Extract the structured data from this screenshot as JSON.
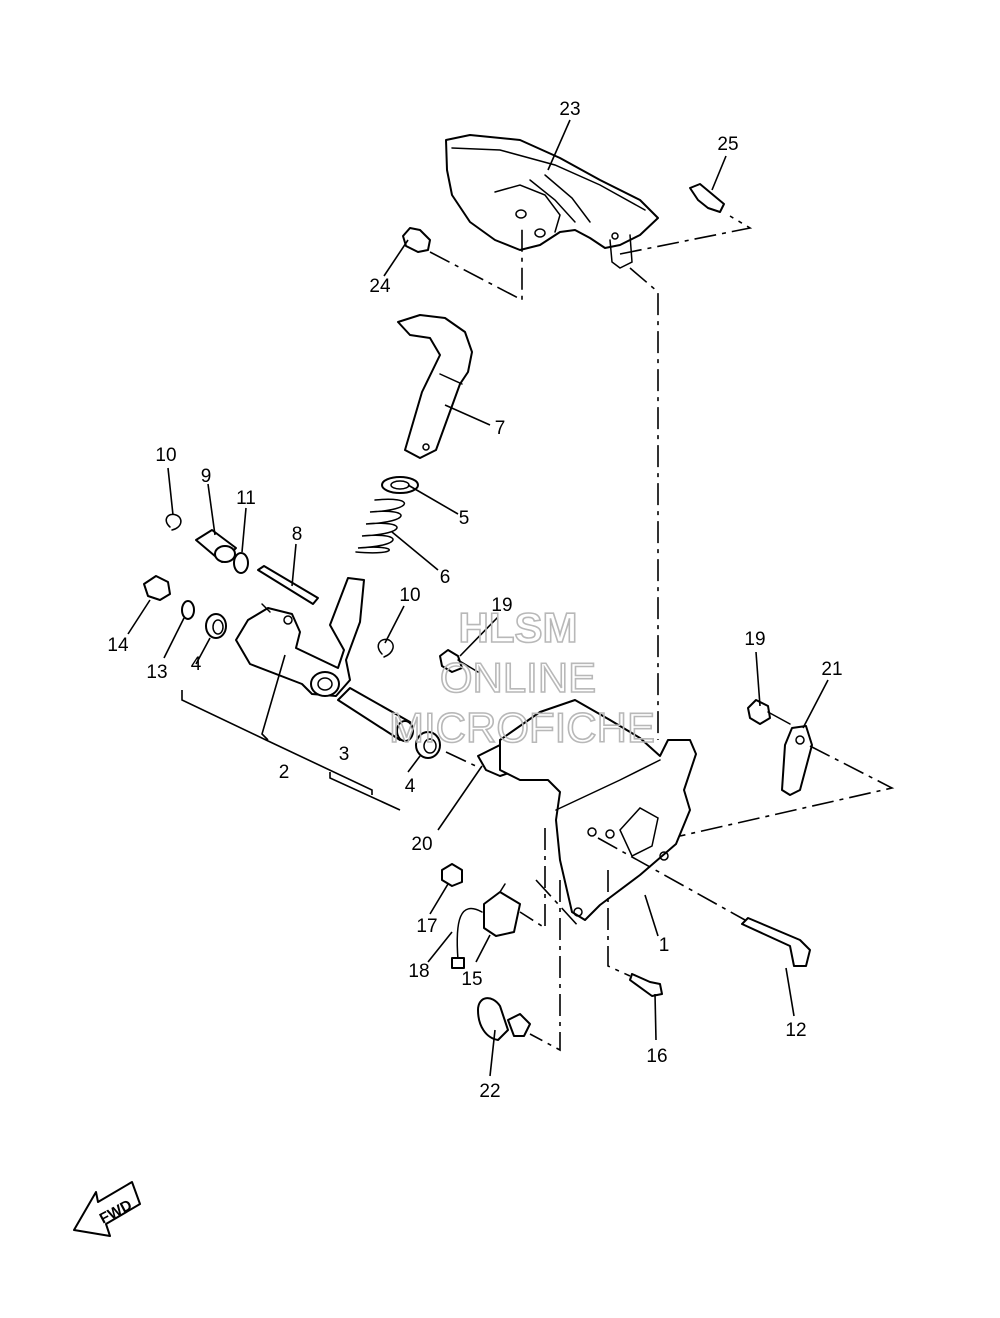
{
  "watermark": {
    "line1": "HLSM",
    "line2": "ONLINE",
    "line3": "MICROFICHE"
  },
  "direction_badge": {
    "label": "FWD",
    "icon": "fwd-arrow-icon"
  },
  "callouts": [
    {
      "id": "23",
      "label": "23"
    },
    {
      "id": "25",
      "label": "25"
    },
    {
      "id": "24",
      "label": "24"
    },
    {
      "id": "7",
      "label": "7"
    },
    {
      "id": "10a",
      "label": "10"
    },
    {
      "id": "9",
      "label": "9"
    },
    {
      "id": "11",
      "label": "11"
    },
    {
      "id": "5",
      "label": "5"
    },
    {
      "id": "8",
      "label": "8"
    },
    {
      "id": "6",
      "label": "6"
    },
    {
      "id": "10b",
      "label": "10"
    },
    {
      "id": "14",
      "label": "14"
    },
    {
      "id": "13",
      "label": "13"
    },
    {
      "id": "4a",
      "label": "4"
    },
    {
      "id": "19a",
      "label": "19"
    },
    {
      "id": "19b",
      "label": "19"
    },
    {
      "id": "21",
      "label": "21"
    },
    {
      "id": "3",
      "label": "3"
    },
    {
      "id": "2",
      "label": "2"
    },
    {
      "id": "4b",
      "label": "4"
    },
    {
      "id": "20",
      "label": "20"
    },
    {
      "id": "17",
      "label": "17"
    },
    {
      "id": "18",
      "label": "18"
    },
    {
      "id": "15",
      "label": "15"
    },
    {
      "id": "1",
      "label": "1"
    },
    {
      "id": "12",
      "label": "12"
    },
    {
      "id": "16",
      "label": "16"
    },
    {
      "id": "22",
      "label": "22"
    }
  ]
}
